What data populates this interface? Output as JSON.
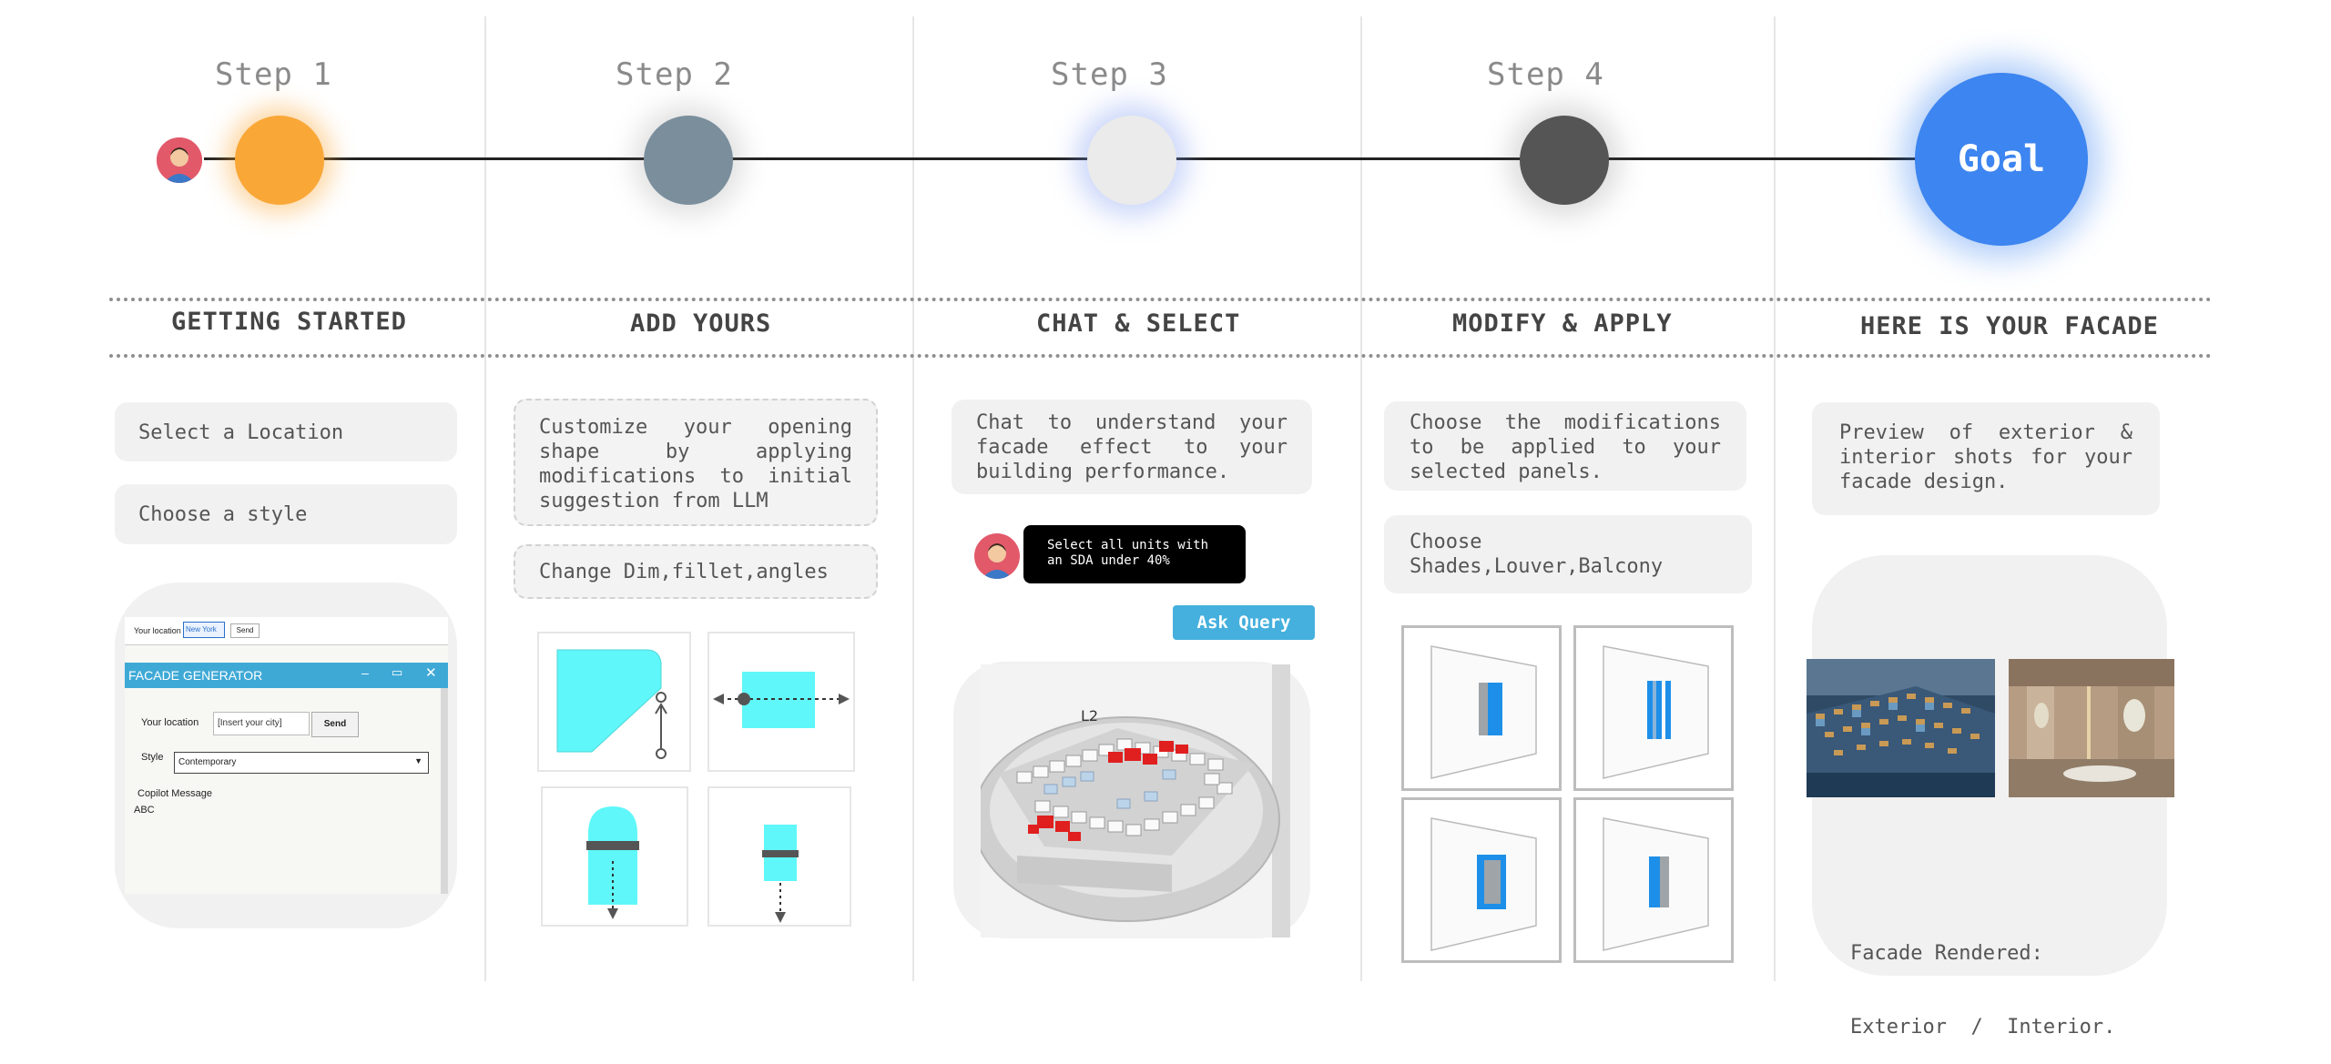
{
  "steps": [
    {
      "label": "Step 1",
      "title": "GETTING STARTED",
      "color": "#F9A737"
    },
    {
      "label": "Step 2",
      "title": "ADD YOURS",
      "color": "#7A8E9C"
    },
    {
      "label": "Step 3",
      "title": "CHAT & SELECT",
      "color": "#EBEBEB"
    },
    {
      "label": "Step 4",
      "title": "MODIFY & APPLY",
      "color": "#555555"
    }
  ],
  "goal": {
    "label": "Goal",
    "title": "HERE IS YOUR FACADE",
    "color": "#3D85F0"
  },
  "step1": {
    "items": [
      "Select a Location",
      "Choose a style"
    ],
    "app": {
      "top_location_label": "Your location",
      "top_location_value": "New York",
      "top_send": "Send",
      "window_title": "FACADE GENERATOR",
      "location_label": "Your location",
      "location_placeholder": "[Insert your city]",
      "send": "Send",
      "style_label": "Style",
      "style_value": "Contemporary",
      "copilot_label": "Copilot Message",
      "copilot_text": "ABC"
    }
  },
  "step2": {
    "box1": "Customize your opening shape by applying modifications to initial suggestion from LLM",
    "box2": "Change Dim,fillet,angles"
  },
  "step3": {
    "box1": "Chat to understand your facade effect to your building performance.",
    "chat_message": "Select all units with an SDA under 40%",
    "button": "Ask Query",
    "model_label": "L2"
  },
  "step4": {
    "box1": "Choose the modifications to be applied to your selected panels.",
    "box2": "Choose Shades,Louver,Balcony"
  },
  "goal_section": {
    "box1": "Preview of exterior & interior shots for your facade design.",
    "caption1": "Facade Rendered:",
    "caption2": "Exterior  /  Interior."
  }
}
